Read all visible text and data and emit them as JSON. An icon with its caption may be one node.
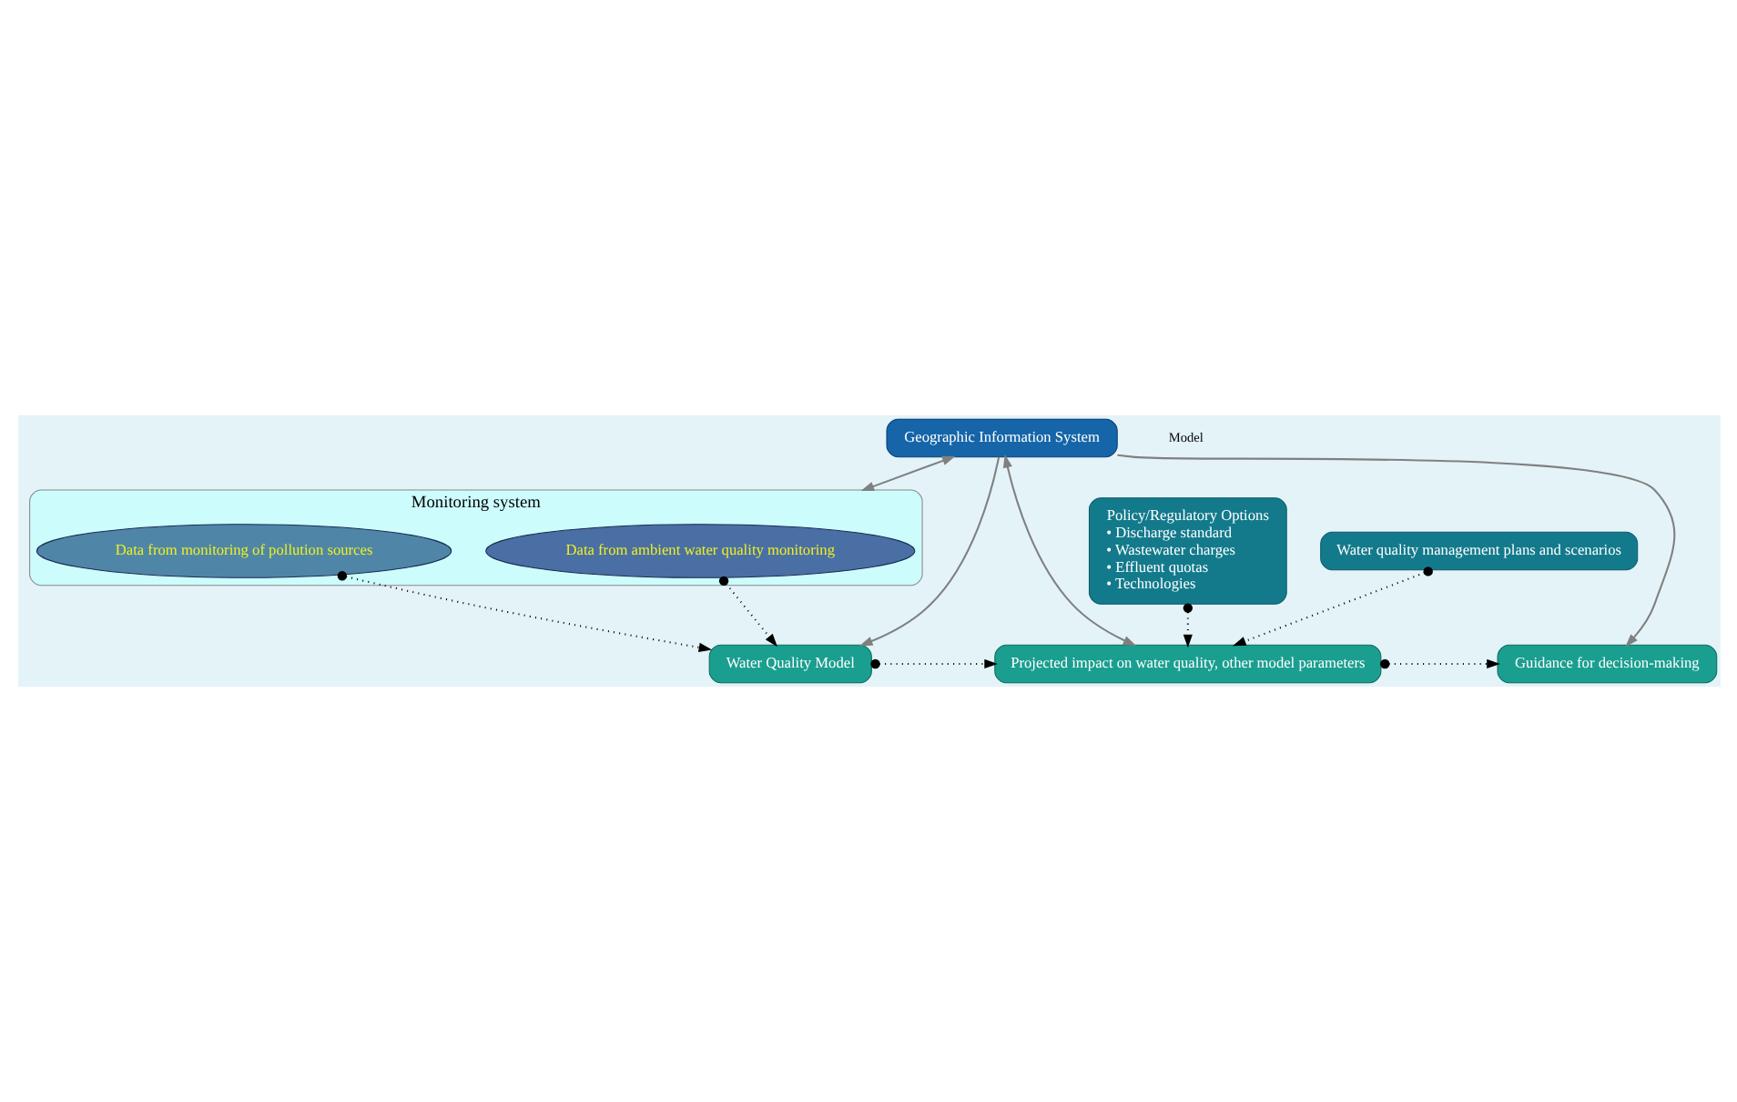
{
  "diagram": {
    "nodes": [
      {
        "text": [
          "Monitoring system"
        ]
      },
      {
        "text": [
          "Data from ambient water quality monitoring"
        ],
        "in": 0
      },
      {
        "text": [
          "Data from monitoring of pollution sources"
        ],
        "in": 0
      },
      {
        "text": [
          "Policy/Regulatory Options",
          "• Discharge standard",
          "• Wastewater charges",
          "• Effluent quotas",
          "• Technologies"
        ]
      },
      {
        "text": [
          "Water quality management plans and scenarios"
        ]
      },
      {
        "text": [
          "Water Quality Model"
        ]
      },
      {
        "text": [
          "Projected impact on water quality, other model parameters"
        ]
      },
      {
        "text": [
          "Guidance for decision-making"
        ]
      },
      {
        "text": [
          "Geographic Information System"
        ]
      }
    ],
    "edges": [
      {
        "from": 1,
        "to": 5,
        "arrow": "to",
        "style": "dashed"
      },
      {
        "from": 2,
        "to": 5,
        "arrow": "to",
        "style": "dashed"
      },
      {
        "from": 3,
        "to": 6,
        "arrow": "to",
        "style": "dashed"
      },
      {
        "from": 4,
        "to": 6,
        "arrow": "to",
        "style": "dashed"
      },
      {
        "from": 5,
        "to": 6,
        "arrow": "to",
        "style": "dashed"
      },
      {
        "from": 6,
        "to": 7,
        "arrow": "to",
        "style": "dashed"
      },
      {
        "from": 8,
        "to": 5,
        "arrow": "to",
        "color": "#808080"
      },
      {
        "from": 8,
        "to": 6,
        "arrow": "both",
        "color": "#808080"
      },
      {
        "from": 8,
        "to": 7,
        "arrow": "to",
        "color": "#808080"
      },
      {
        "from": 8,
        "to": 0,
        "arrow": "both",
        "color": "#808080"
      }
    ],
    "labels": [
      "Model"
    ]
  }
}
